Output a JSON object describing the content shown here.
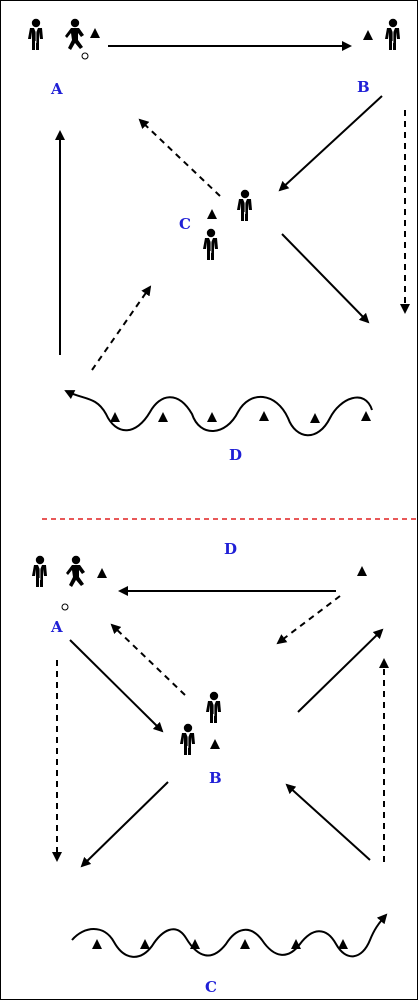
{
  "colors": {
    "label": "#1f1fd6",
    "ink": "#000000",
    "divider": "#e02020"
  },
  "top_drill": {
    "labels": {
      "a": "A",
      "b": "B",
      "c": "C",
      "d": "D"
    }
  },
  "bottom_drill": {
    "labels": {
      "top": "D",
      "a": "A",
      "b": "B",
      "c": "C"
    }
  },
  "icons": [
    "player-icon",
    "dribbling-player-icon",
    "cone-icon",
    "ball-icon",
    "arrow-icon"
  ]
}
